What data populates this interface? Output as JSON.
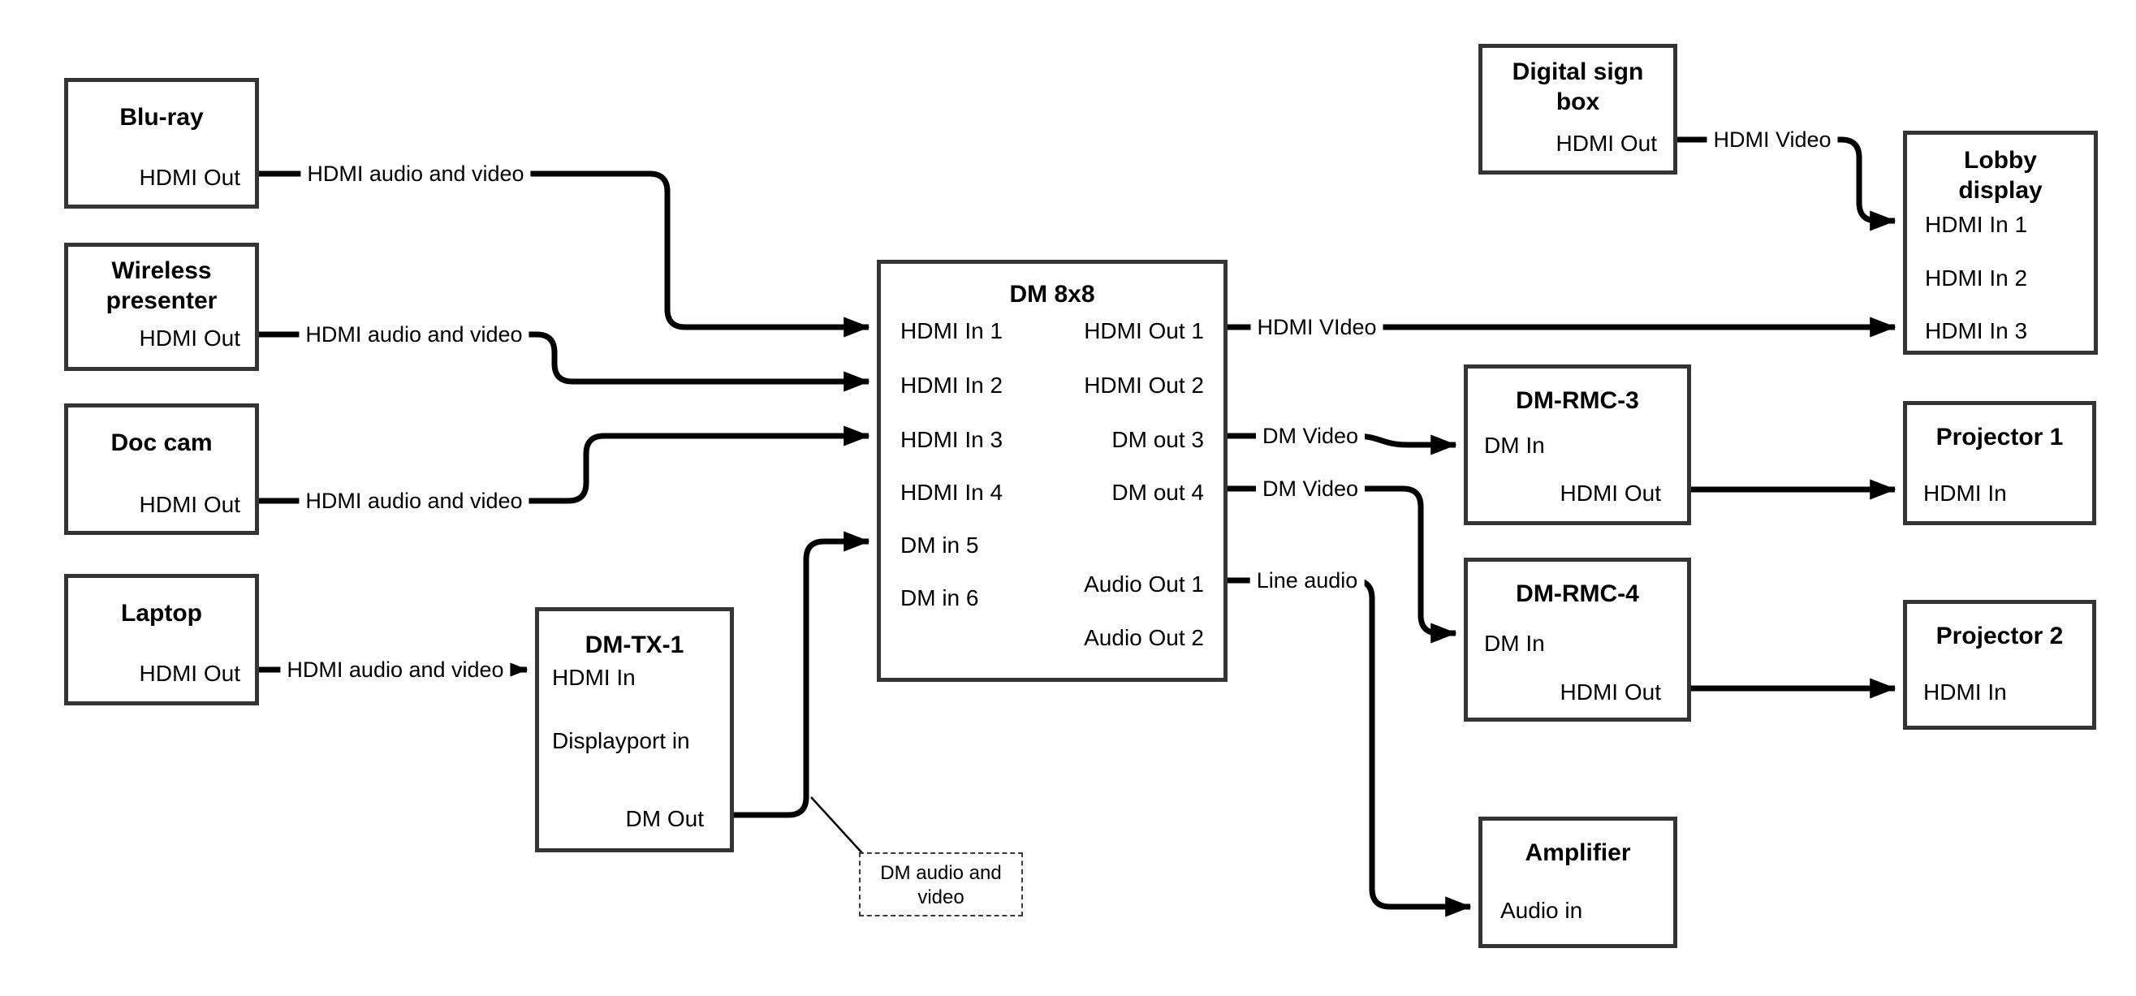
{
  "nodes": {
    "bluray": {
      "title": "Blu-ray",
      "ports": {
        "out": "HDMI Out"
      }
    },
    "wireless": {
      "title": "Wireless presenter",
      "ports": {
        "out": "HDMI Out"
      }
    },
    "doccam": {
      "title": "Doc cam",
      "ports": {
        "out": "HDMI Out"
      }
    },
    "laptop": {
      "title": "Laptop",
      "ports": {
        "out": "HDMI Out"
      }
    },
    "dmtx1": {
      "title": "DM-TX-1",
      "ports": {
        "hdmi_in": "HDMI In",
        "dp_in": "Displayport in",
        "dm_out": "DM Out"
      }
    },
    "dm8x8": {
      "title": "DM 8x8",
      "ports": {
        "in1": "HDMI In 1",
        "in2": "HDMI In 2",
        "in3": "HDMI In 3",
        "in4": "HDMI In 4",
        "in5": "DM in 5",
        "in6": "DM in 6",
        "out1": "HDMI Out 1",
        "out2": "HDMI Out 2",
        "out3": "DM out 3",
        "out4": "DM out 4",
        "aout1": "Audio Out 1",
        "aout2": "Audio Out 2"
      }
    },
    "digitalsign": {
      "title": "Digital sign box",
      "ports": {
        "out": "HDMI Out"
      }
    },
    "lobby": {
      "title": "Lobby display",
      "ports": {
        "in1": "HDMI In 1",
        "in2": "HDMI In 2",
        "in3": "HDMI In 3"
      }
    },
    "dmrmc3": {
      "title": "DM-RMC-3",
      "ports": {
        "dm_in": "DM In",
        "hdmi_out": "HDMI Out"
      }
    },
    "proj1": {
      "title": "Projector 1",
      "ports": {
        "in": "HDMI In"
      }
    },
    "dmrmc4": {
      "title": "DM-RMC-4",
      "ports": {
        "dm_in": "DM In",
        "hdmi_out": "HDMI Out"
      }
    },
    "proj2": {
      "title": "Projector 2",
      "ports": {
        "in": "HDMI In"
      }
    },
    "amplifier": {
      "title": "Amplifier",
      "ports": {
        "in": "Audio in"
      }
    }
  },
  "edge_labels": {
    "bluray_dm": "HDMI audio and video",
    "wireless_dm": "HDMI audio and video",
    "doccam_dm": "HDMI audio and video",
    "laptop_tx": "HDMI audio and video",
    "out1_lobby": "HDMI VIdeo",
    "sign_lobby": "HDMI Video",
    "out3_rmc3": "DM Video",
    "out4_rmc4": "DM Video",
    "audio_amp": "Line audio"
  },
  "note": {
    "text": "DM audio and video"
  },
  "colors": {
    "line": "#000000",
    "box_border": "#343434",
    "background": "#ffffff"
  }
}
